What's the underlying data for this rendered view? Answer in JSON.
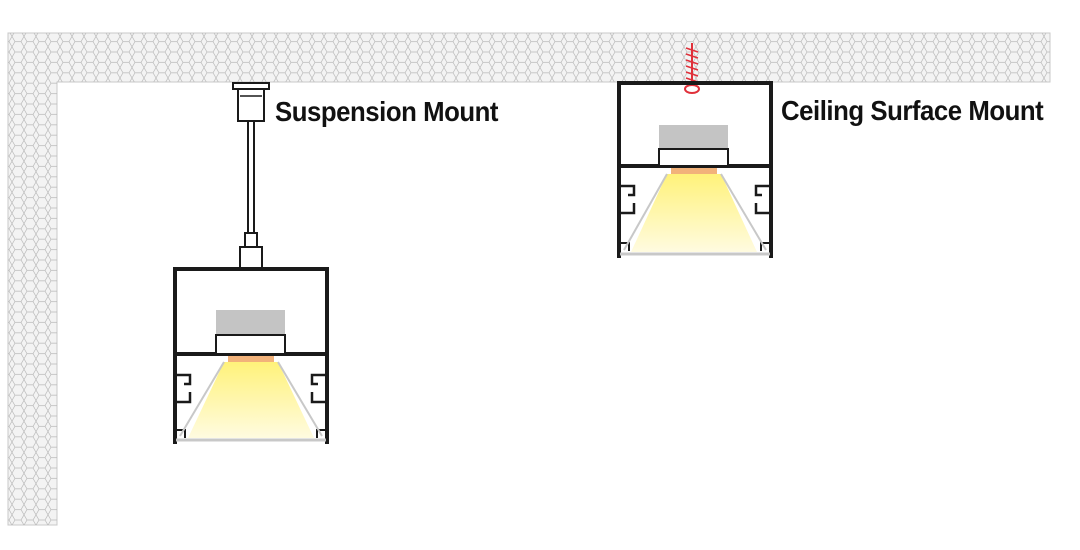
{
  "labels": {
    "suspension": "Suspension Mount",
    "surface": "Ceiling Surface Mount"
  },
  "colors": {
    "ceiling_fill": "#f3f3f3",
    "ceiling_pattern": "#b9b9b9",
    "profile_stroke": "#1a1a1a",
    "driver_fill": "#c4c4c4",
    "led_chip": "#f2b27a",
    "light_core": "#fff27a",
    "light_edge": "#fffbe0",
    "diffuser": "#c8c8c8",
    "screw": "#e0303a"
  },
  "icons": {
    "ceiling": "honeycomb-ceiling-wall",
    "suspension_fixture": "suspended-linear-light-icon",
    "surface_fixture": "surface-mounted-linear-light-icon",
    "screw": "screw-icon",
    "cable": "suspension-cable-icon"
  }
}
